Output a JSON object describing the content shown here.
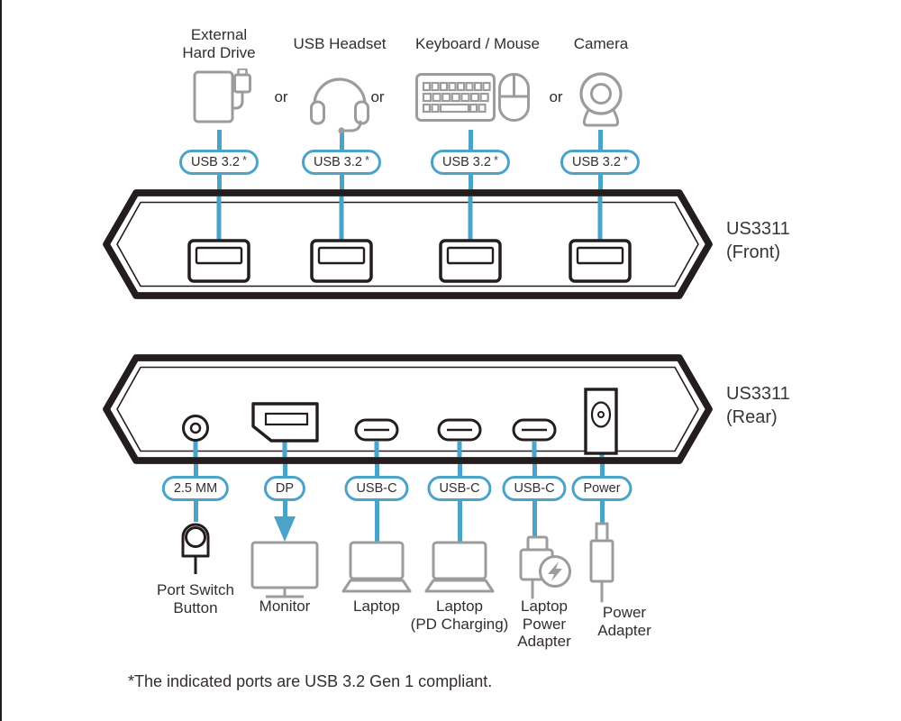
{
  "colors": {
    "accent_blue": "#4BA3C9",
    "icon_gray": "#9C9C9C",
    "outline_black": "#241D1D",
    "text_dark": "#342D2D"
  },
  "top": {
    "or": "or",
    "devices": [
      {
        "name": "external-hard-drive",
        "label_lines": [
          "External",
          "Hard Drive"
        ]
      },
      {
        "name": "usb-headset",
        "label_lines": [
          "USB Headset"
        ]
      },
      {
        "name": "keyboard-mouse",
        "label_lines": [
          "Keyboard / Mouse"
        ]
      },
      {
        "name": "camera",
        "label_lines": [
          "Camera"
        ]
      }
    ]
  },
  "front_panel": {
    "model": "US3311",
    "view": "(Front)",
    "port_pill": {
      "text": "USB 3.2",
      "star": "*"
    },
    "port_count": 4
  },
  "rear_panel": {
    "model": "US3311",
    "view": "(Rear)",
    "pills": [
      "2.5 MM",
      "DP",
      "USB-C",
      "USB-C",
      "USB-C",
      "Power"
    ]
  },
  "bottom": {
    "devices": [
      {
        "name": "port-switch-button",
        "label_lines": [
          "Port Switch",
          "Button"
        ]
      },
      {
        "name": "monitor",
        "label_lines": [
          "Monitor"
        ]
      },
      {
        "name": "laptop",
        "label_lines": [
          "Laptop"
        ]
      },
      {
        "name": "laptop-pd-charging",
        "label_lines": [
          "Laptop",
          "(PD Charging)"
        ]
      },
      {
        "name": "laptop-power-adapter",
        "label_lines": [
          "Laptop",
          "Power",
          "Adapter"
        ]
      },
      {
        "name": "power-adapter",
        "label_lines": [
          "Power",
          "Adapter"
        ]
      }
    ]
  },
  "footnote": "*The indicated ports are USB 3.2 Gen 1 compliant."
}
